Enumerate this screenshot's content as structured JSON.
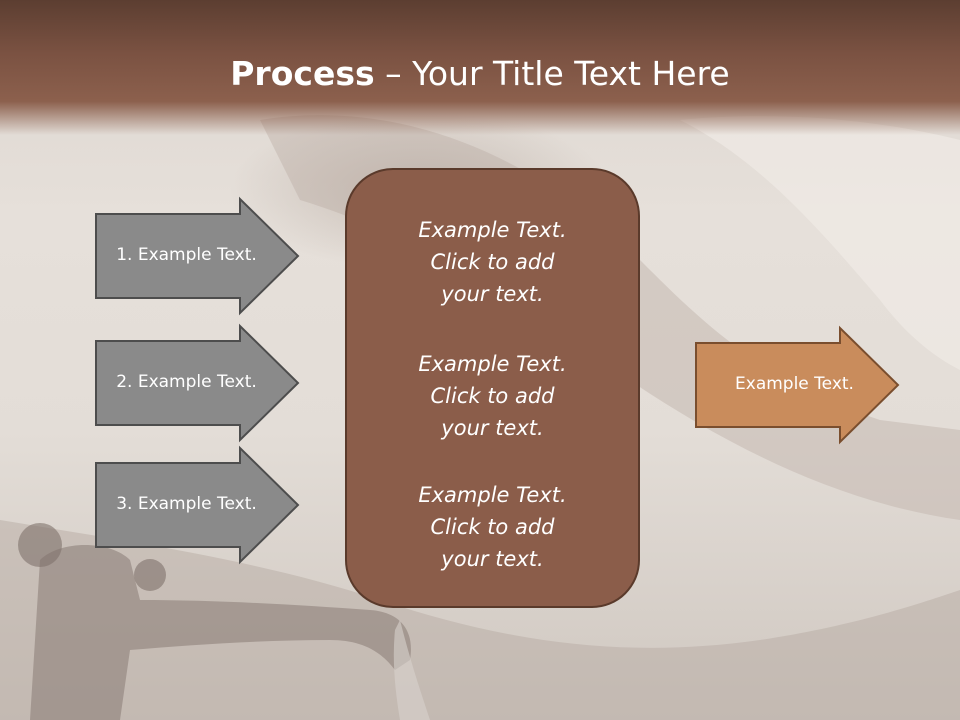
{
  "title": {
    "bold": "Process",
    "rest": " – Your Title Text Here"
  },
  "inputs": [
    {
      "label": "1. Example Text."
    },
    {
      "label": "2. Example Text."
    },
    {
      "label": "3. Example Text."
    }
  ],
  "center_box": {
    "items": [
      {
        "line1": "Example Text.",
        "line2": "Click  to add",
        "line3": "your text."
      },
      {
        "line1": "Example Text.",
        "line2": "Click  to add",
        "line3": "your text."
      },
      {
        "line1": "Example Text.",
        "line2": "Click  to add",
        "line3": "your text."
      }
    ]
  },
  "output": {
    "label": "Example Text."
  },
  "colors": {
    "header": "#7b5242",
    "input_arrow": "#8a8a8a",
    "center_box": "#8b5d4a",
    "output_arrow": "#c98c5c"
  }
}
